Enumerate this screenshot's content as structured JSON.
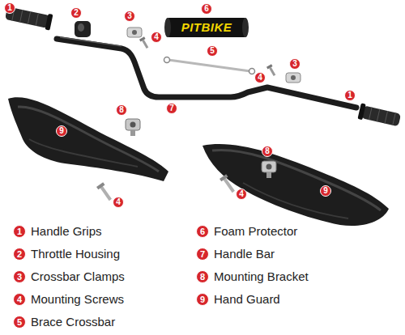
{
  "diagram": {
    "nodes": [
      {
        "text": [
          "1"
        ]
      },
      {
        "text": [
          "6"
        ]
      },
      {
        "text": [
          "2"
        ]
      },
      {
        "text": [
          "3"
        ]
      },
      {
        "text": [
          "4"
        ]
      },
      {
        "text": [
          "5"
        ]
      },
      {
        "text": [
          "3"
        ]
      },
      {
        "text": [
          "4"
        ]
      },
      {
        "text": [
          "1"
        ]
      },
      {
        "text": [
          "8"
        ]
      },
      {
        "text": [
          "7"
        ]
      },
      {
        "text": [
          "9"
        ]
      },
      {
        "text": [
          "8"
        ]
      },
      {
        "text": [
          "9"
        ]
      },
      {
        "text": [
          "4"
        ]
      },
      {
        "text": [
          "4"
        ]
      },
      {
        "text": [
          "1"
        ]
      },
      {
        "text": [
          "2"
        ]
      },
      {
        "text": [
          "3"
        ]
      },
      {
        "text": [
          "4"
        ]
      },
      {
        "text": [
          "5"
        ]
      },
      {
        "text": [
          "6"
        ]
      },
      {
        "text": [
          "7"
        ]
      },
      {
        "text": [
          "8"
        ]
      },
      {
        "text": [
          "9"
        ]
      }
    ],
    "labels": [
      "PITBIKE",
      "Handle Grips",
      "Throttle Housing",
      "Crossbar Clamps",
      "Mounting Screws",
      "Brace Crossbar",
      "Foam Protector",
      "Handle Bar",
      "Mounting Bracket",
      "Hand Guard"
    ]
  }
}
